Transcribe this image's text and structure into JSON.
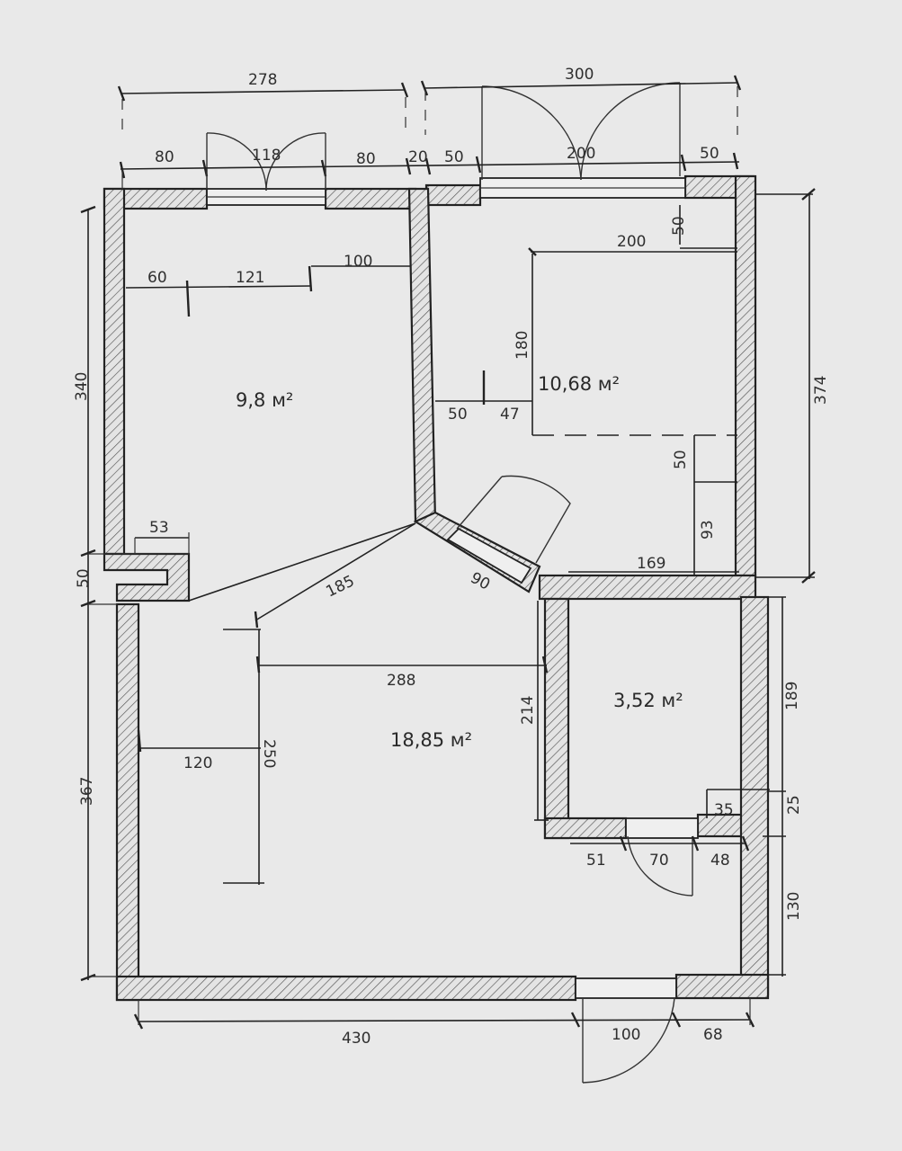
{
  "rooms": [
    {
      "id": "room-1",
      "area": "9,8 м²"
    },
    {
      "id": "room-2",
      "area": "10,68 м²"
    },
    {
      "id": "room-3",
      "area": "18,85 м²"
    },
    {
      "id": "room-4",
      "area": "3,52 м²"
    }
  ],
  "dims": {
    "top_left_total": "278",
    "top_right_total": "300",
    "tl_seg1": "80",
    "tl_window": "118",
    "tl_seg3": "80",
    "tr_partition": "20",
    "tr_seg1": "50",
    "tr_door": "200",
    "tr_seg3": "50",
    "r2_offset_top": "50",
    "r2_rect_width": "200",
    "r2_rect_height": "180",
    "r2_seg_a": "50",
    "r2_seg_b": "47",
    "r2_offset_bottom": "50",
    "r2_vert_93": "93",
    "r2_bottom_169": "169",
    "r1_seg_60": "60",
    "r1_seg_121": "121",
    "r1_seg_100": "100",
    "left_340": "340",
    "left_50": "50",
    "left_367": "367",
    "niche_53": "53",
    "diag_185": "185",
    "diag_door_90": "90",
    "main_288": "288",
    "main_120": "120",
    "main_250": "250",
    "right_374": "374",
    "bath_214": "214",
    "bath_189": "189",
    "bath_35": "35",
    "bath_25": "25",
    "bath_51": "51",
    "bath_door_70": "70",
    "bath_48": "48",
    "right_130": "130",
    "bottom_430": "430",
    "bottom_door_100": "100",
    "bottom_68": "68"
  }
}
